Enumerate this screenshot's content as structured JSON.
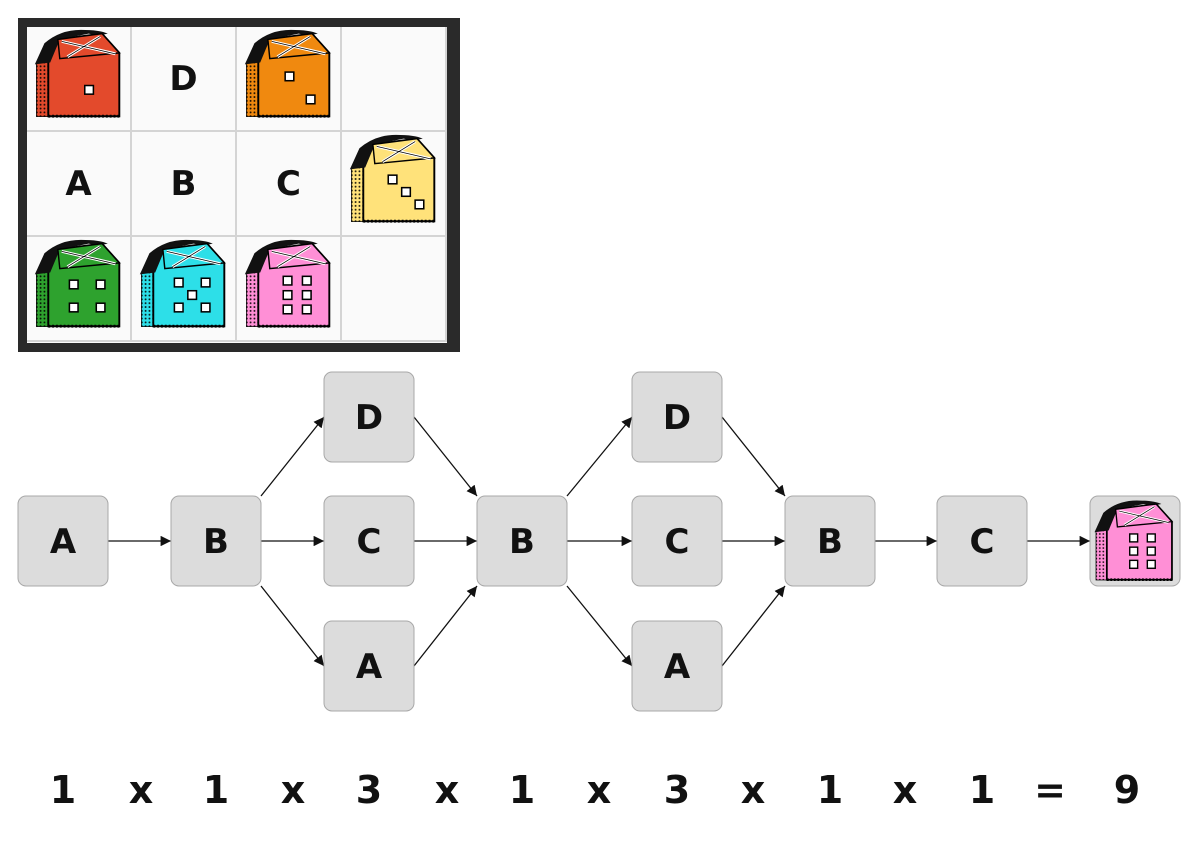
{
  "grid": {
    "cells": [
      {
        "barn": "red"
      },
      {
        "label": "D"
      },
      {
        "barn": "orange"
      },
      {},
      {
        "label": "A"
      },
      {
        "label": "B"
      },
      {
        "label": "C"
      },
      {
        "barn": "yellow"
      },
      {
        "barn": "green"
      },
      {
        "barn": "cyan"
      },
      {
        "barn": "pink"
      },
      {}
    ]
  },
  "barn_colors": {
    "red": {
      "fill": "#e34a2c",
      "windows": 1
    },
    "orange": {
      "fill": "#f0890f",
      "windows": 2
    },
    "yellow": {
      "fill": "#ffe27a",
      "windows": 3
    },
    "green": {
      "fill": "#2ea22e",
      "windows": 4
    },
    "cyan": {
      "fill": "#2ddfe8",
      "windows": 5
    },
    "pink": {
      "fill": "#ff8fd6",
      "windows": 6
    }
  },
  "flow": {
    "nodes": [
      {
        "id": "n0",
        "label": "A"
      },
      {
        "id": "n1",
        "label": "B"
      },
      {
        "id": "n2",
        "label": "D"
      },
      {
        "id": "n3",
        "label": "C"
      },
      {
        "id": "n4",
        "label": "A"
      },
      {
        "id": "n5",
        "label": "B"
      },
      {
        "id": "n6",
        "label": "D"
      },
      {
        "id": "n7",
        "label": "C"
      },
      {
        "id": "n8",
        "label": "A"
      },
      {
        "id": "n9",
        "label": "B"
      },
      {
        "id": "n10",
        "label": "C"
      },
      {
        "id": "n11",
        "barn": "pink"
      }
    ],
    "edges": [
      [
        "n0",
        "n1"
      ],
      [
        "n1",
        "n2"
      ],
      [
        "n1",
        "n3"
      ],
      [
        "n1",
        "n4"
      ],
      [
        "n2",
        "n5"
      ],
      [
        "n3",
        "n5"
      ],
      [
        "n4",
        "n5"
      ],
      [
        "n5",
        "n6"
      ],
      [
        "n5",
        "n7"
      ],
      [
        "n5",
        "n8"
      ],
      [
        "n6",
        "n9"
      ],
      [
        "n7",
        "n9"
      ],
      [
        "n8",
        "n9"
      ],
      [
        "n9",
        "n10"
      ],
      [
        "n10",
        "n11"
      ]
    ],
    "colors": {
      "node_fill": "#dcdcdc",
      "node_stroke": "#a8a8a8",
      "arrow": "#111111"
    }
  },
  "equation": [
    "1",
    "x",
    "1",
    "x",
    "3",
    "x",
    "1",
    "x",
    "3",
    "x",
    "1",
    "x",
    "1",
    "=",
    "9"
  ]
}
